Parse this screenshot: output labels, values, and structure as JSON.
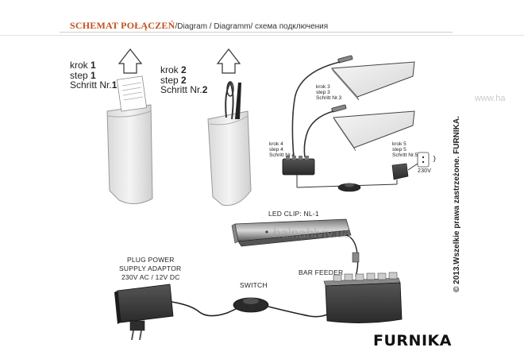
{
  "header": {
    "title_pl": "SCHEMAT POŁĄCZEŃ",
    "title_rest": "/Diagram / Diagramm/ схема подключения"
  },
  "steps": {
    "step1": {
      "a": "krok",
      "b": "step",
      "c": "Schritt Nr.",
      "n": "1"
    },
    "step2": {
      "a": "krok",
      "b": "step",
      "c": "Schritt Nr.",
      "n": "2"
    },
    "step3": {
      "a": "krok 3",
      "b": "step 3",
      "c": "Schritt Nr.3"
    },
    "step4": {
      "a": "krok 4",
      "b": "step 4",
      "c": "Schritt Nr.4"
    },
    "step5": {
      "a": "krok 5",
      "b": "step 5",
      "c": "Schritt Nr.5"
    }
  },
  "labels": {
    "voltage": "230V",
    "led_clip": "LED CLIP: NL-1",
    "plug_1": "PLUG POWER",
    "plug_2": "SUPPLY ADAPTOR",
    "plug_3": "230V AC / 12V DC",
    "switch": "SWITCH",
    "bar_feeder": "BAR FEEDER"
  },
  "copyright": "© 2013.Wszelkie prawa zastrzeżone. FURNIKA.",
  "watermark": "halnahlviv.ua",
  "watermark2": "www.ha",
  "logo": {
    "main": "FURNIKA",
    "accent_color": "#e2231a"
  }
}
